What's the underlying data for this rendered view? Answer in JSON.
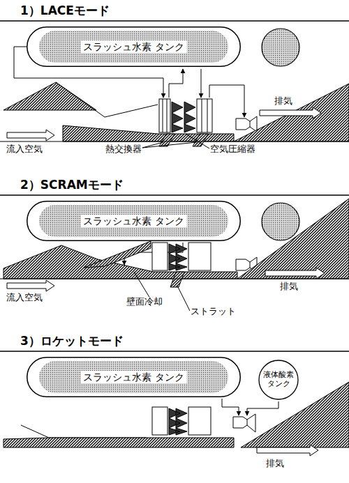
{
  "diagram": {
    "nodes": [
      {
        "text": [
          "スラッシュ水素 タンク"
        ]
      },
      {
        "text": [
          "スラッシュ水素 タンク"
        ]
      },
      {
        "text": [
          "スラッシュ水素 タンク"
        ]
      },
      {
        "text": [
          "液体酸素 タンク"
        ]
      }
    ],
    "labels": [
      "1）LACEモード",
      "流入空気",
      "熱交換器",
      "空気圧縮器",
      "排気",
      "2）SCRAMモード",
      "流入空気",
      "壁面冷却",
      "ストラット",
      "排気",
      "3）ロケットモード",
      "排気"
    ]
  }
}
